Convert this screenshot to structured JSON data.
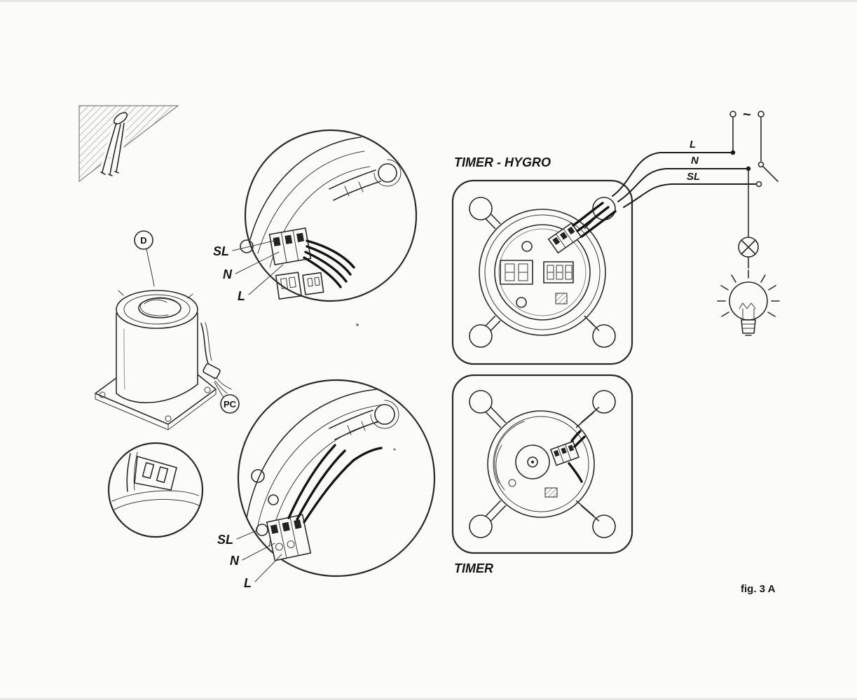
{
  "page": {
    "background": "#fbfbf9",
    "ink": "#2a2a2a",
    "caption": "fig. 3 A"
  },
  "unit": {
    "d_label": "D",
    "pc_label": "PC"
  },
  "detail_top": {
    "sl": "SL",
    "n": "N",
    "l": "L"
  },
  "detail_bottom": {
    "sl": "SL",
    "n": "N",
    "l": "L"
  },
  "fans": {
    "timer_hygro_title": "TIMER - HYGRO",
    "timer_title": "TIMER"
  },
  "schematic": {
    "ac": "~",
    "l": "L",
    "n": "N",
    "sl": "SL"
  }
}
